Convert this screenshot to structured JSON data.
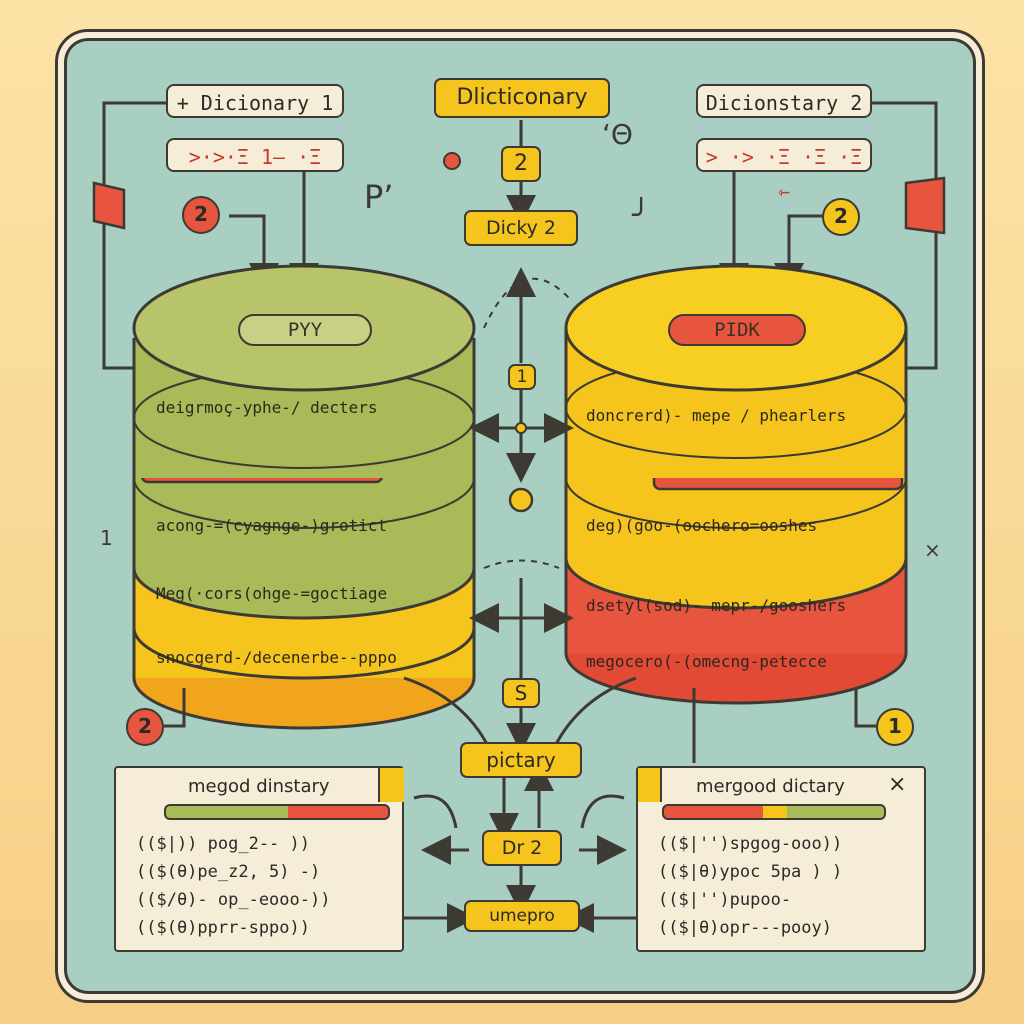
{
  "labels": {
    "dict1": "+ Dicionary 1",
    "dict1_sub": ">·>·Ξ 1— ·Ξ",
    "center_title": "Dlicticonary",
    "center_num": "2",
    "center_sub": "Dicky 2",
    "dict2": "Dicionstary 2",
    "dict2_sub": "> ·> ·Ξ ·Ξ ·Ξ ⇽"
  },
  "left_db": {
    "pill": "PYY",
    "rows": [
      "deigrmoç-yphe-/ decters",
      "acong-=(cyagnge-)grotict",
      "Meg(·cors(ohge-=goctiage",
      "snocgerd-/decenerbe--pppo"
    ]
  },
  "right_db": {
    "pill": "PIDK",
    "rows": [
      "doncrerd)- mepe / phearlers",
      "deg)(goo-(oochero=ooshes",
      "dsetyl(sod)- mepr-/gooshers",
      "megocero(-(omecng-petecce"
    ]
  },
  "center_flow": {
    "box1": "1",
    "box_s": "S",
    "pictary": "pictary",
    "dr2": "Dr 2",
    "umepro": "umepro"
  },
  "badges": {
    "left_top": "2",
    "right_top": "2",
    "left_bottom": "2",
    "right_bottom": "1"
  },
  "left_panel": {
    "title": "megod dinstary",
    "rows": [
      "(($|)) pog_2--  ))",
      "(($(θ)pe_z2, 5)  -)",
      "(($/θ)-  op_-eooo-))",
      "(($(θ)pprr-sppo))"
    ]
  },
  "right_panel": {
    "title": "mergood dictary",
    "close": "×",
    "rows": [
      "(($|'')spgog-ooo))",
      "(($|θ)ypoc 5pa  ) )",
      "(($|'')pupoo-",
      "(($|θ)opr---pooy)"
    ]
  },
  "marks": {
    "left_number": "1",
    "right_x": "×",
    "scribble_left": "Pʼ",
    "scribble_right": "ʻΘ",
    "scribble_right2": "╯"
  },
  "colors": {
    "background": "#a9cfc2",
    "cream": "#f6edd9",
    "green_db": "#a8bb58",
    "yellow_db": "#f5c51e",
    "red": "#e8553f",
    "outline": "#3c3a33"
  }
}
